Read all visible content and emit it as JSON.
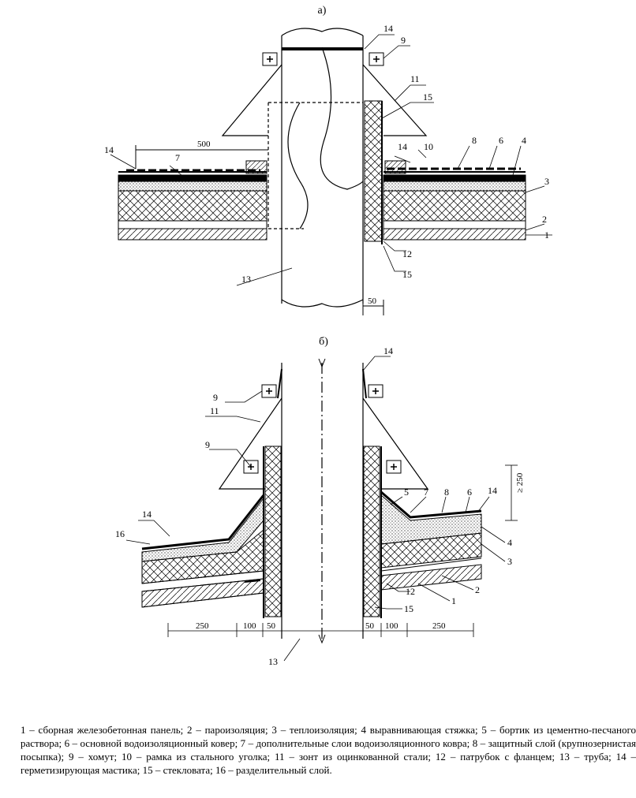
{
  "figure": {
    "part_a_label": "а)",
    "part_b_label": "б)"
  },
  "callouts_a": [
    "14",
    "9",
    "11",
    "15",
    "500",
    "7",
    "14",
    "10",
    "8",
    "6",
    "4",
    "3",
    "2",
    "1",
    "12",
    "15",
    "13",
    "50"
  ],
  "callouts_b": [
    "14",
    "9",
    "11",
    "9",
    "5",
    "7",
    "8",
    "6",
    "14",
    "≥ 250",
    "14",
    "16",
    "4",
    "3",
    "2",
    "12",
    "1",
    "15",
    "250",
    "100",
    "50",
    "50",
    "100",
    "250",
    "13"
  ],
  "legend_text": "1 – сборная железобетонная панель; 2 – пароизоляция; 3 – теплоизоляция; 4 выравнивающая  стяжка;  5 –  бортик  из цементно-песчаного раствора; 6 – основной водоизоляционный ковер;  7 – дополнительные слои водоизоляционного ковра;  8  –  защитный слой  (крупнозернистая  посыпка);  9  –  хомут;  10  –  рамка  из  стального  уголка;  11  – зонт из оцинкованной стали;  12 – патрубок  с  фланцем;  13  – труба;  14 – герметизирующая   мастика;   15   – стекловата; 16 – разделительный слой."
}
